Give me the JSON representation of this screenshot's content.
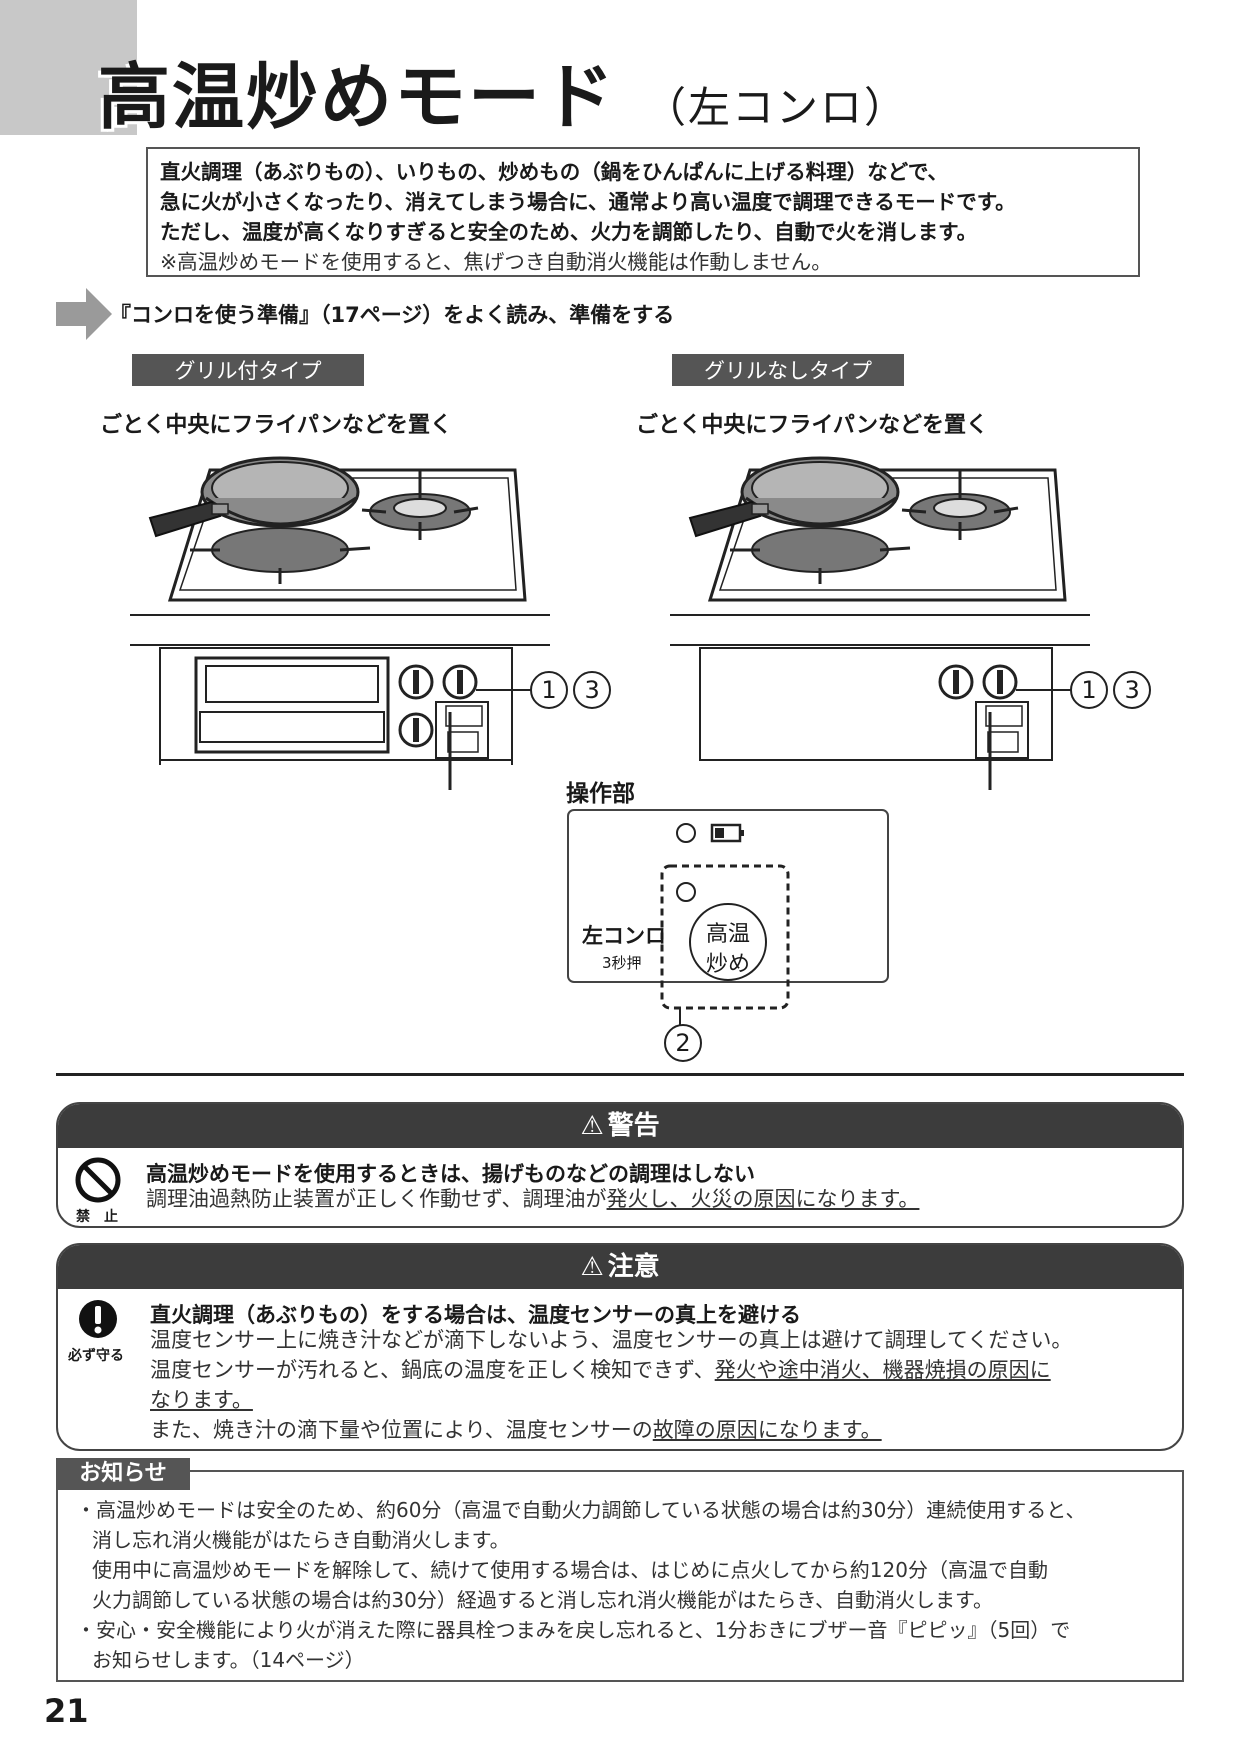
{
  "header": {
    "title": "高温炒めモード",
    "subtitle": "（左コンロ）"
  },
  "intro": {
    "line1": "直火調理（あぶりもの）、いりもの、炒めもの（鍋をひんぱんに上げる料理）などで、",
    "line2": "急に火が小さくなったり、消えてしまう場合に、通常より高い温度で調理できるモードです。",
    "line3": "ただし、温度が高くなりすぎると安全のため、火力を調節したり、自動で火を消します。",
    "note": "※高温炒めモードを使用すると、焦げつき自動消火機能は作動しません。"
  },
  "prep": {
    "text": "『コンロを使う準備』（17ページ）をよく読み、準備をする"
  },
  "diagrams": {
    "left": {
      "type_label": "グリル付タイプ",
      "instruction": "ごとく中央にフライパンなどを置く",
      "callout1": "1",
      "callout3": "3"
    },
    "right": {
      "type_label": "グリルなしタイプ",
      "instruction": "ごとく中央にフライパンなどを置く",
      "callout1": "1",
      "callout3": "3"
    }
  },
  "control_panel": {
    "label": "操作部",
    "left_konro": "左コンロ",
    "press_3s": "3秒押",
    "button_line1": "高温",
    "button_line2": "炒め",
    "callout2": "2"
  },
  "warning": {
    "header": "警告",
    "icon_label": "禁　止",
    "icon": "prohibited-icon",
    "headline": "高温炒めモードを使用するときは、揚げものなどの調理はしない",
    "body_prefix": "調理油過熱防止装置が正しく作動せず、調理油が",
    "body_underlined": "発火し、火災の原因になります。"
  },
  "caution": {
    "header": "注意",
    "icon_label": "必ず守る",
    "icon": "mandatory-icon",
    "headline": "直火調理（あぶりもの）をする場合は、温度センサーの真上を避ける",
    "line1": "温度センサー上に焼き汁などが滴下しないよう、温度センサーの真上は避けて調理してください。",
    "line2_prefix": "温度センサーが汚れると、鍋底の温度を正しく検知できず、",
    "line2_underlined": "発火や途中消火、機器焼損の原因に",
    "line3_underlined": "なります。",
    "line4_prefix": "また、焼き汁の滴下量や位置により、温度センサーの",
    "line4_underlined": "故障の原因になります。"
  },
  "notice": {
    "tab": "お知らせ",
    "item1_l1": "・高温炒めモードは安全のため、約60分（高温で自動火力調節している状態の場合は約30分）連続使用すると、",
    "item1_l2": "消し忘れ消火機能がはたらき自動消火します。",
    "item1_l3": "使用中に高温炒めモードを解除して、続けて使用する場合は、はじめに点火してから約120分（高温で自動",
    "item1_l4": "火力調節している状態の場合は約30分）経過すると消し忘れ消火機能がはたらき、自動消火します。",
    "item2_l1": "・安心・安全機能により火が消えた際に器具栓つまみを戻し忘れると、1分おきにブザー音『ピピッ』（5回）で",
    "item2_l2": "お知らせします。（14ページ）"
  },
  "page_number": "21"
}
